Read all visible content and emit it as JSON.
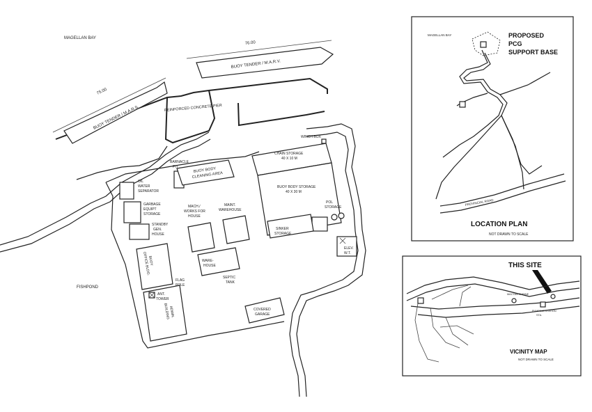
{
  "site_plan": {
    "area_labels": {
      "bay": "MAGELLAN BAY",
      "fishpond": "FISHPOND",
      "pier": "REINFORCED CONCRETE PIER"
    },
    "dimensions": {
      "pier_top": "76.00",
      "pier_left": "75.00"
    },
    "vessels": [
      "BUOY TENDER / M.A.R.V.",
      "BUOY TENDER / M.A.R.S."
    ],
    "buildings": {
      "barnacle_pit": [
        "BARNACLE",
        "PIT"
      ],
      "buoy_cleaning": [
        "BUOY BODY",
        "CLEANING AREA"
      ],
      "oil_water": [
        "OIL",
        "WATER",
        "SEPARATOR"
      ],
      "garbage": [
        "GARBAGE",
        "EQUIPT",
        "STORAGE"
      ],
      "standby": [
        "STANDBY",
        "GEN.",
        "HOUSE"
      ],
      "machine_works": [
        "MACH./",
        "WORKS FOR",
        "HOUSE"
      ],
      "maint_warehouse": [
        "MAINT.",
        "WAREHOUSE"
      ],
      "warehouse": [
        "WARE-",
        "HOUSE"
      ],
      "septic": [
        "SEPTIC",
        "TANK"
      ],
      "flag_pole": [
        "FLAG",
        "POLE"
      ],
      "buoy_office": [
        "BUOY",
        "OFFICE BLDG."
      ],
      "ant_tower": [
        "ANT.",
        "TOWER"
      ],
      "admin": [
        "ADMIN.",
        "BUILDING"
      ],
      "winch": "WINCH BOX",
      "chain_storage": [
        "CHAIN STORAGE",
        "40 X 10 M"
      ],
      "buoy_storage": [
        "BUOY BODY STORAGE",
        "40 X 30 M"
      ],
      "pol": [
        "POL",
        "STORAGE"
      ],
      "sinker": [
        "SINKER",
        "STORAGE"
      ],
      "elev_wt": [
        "ELEV.",
        "W.T."
      ],
      "covered_garage": [
        "COVERED",
        "GARAGE"
      ]
    }
  },
  "location_plan": {
    "title": [
      "PROPOSED",
      "PCG",
      "SUPPORT BASE"
    ],
    "bay_label": "MAGELLAN BAY",
    "road_label": "PROVINCIAL ROAD",
    "caption": "LOCATION PLAN",
    "scale_note": "NOT DRAWN TO SCALE"
  },
  "vicinity_map": {
    "this_site": "THIS SITE",
    "landmarks": [
      "MACTAN SHRINE",
      "PUMPING STATION",
      "STA."
    ],
    "caption": "VICINITY MAP",
    "scale_note": "NOT DRAWN TO SCALE"
  }
}
